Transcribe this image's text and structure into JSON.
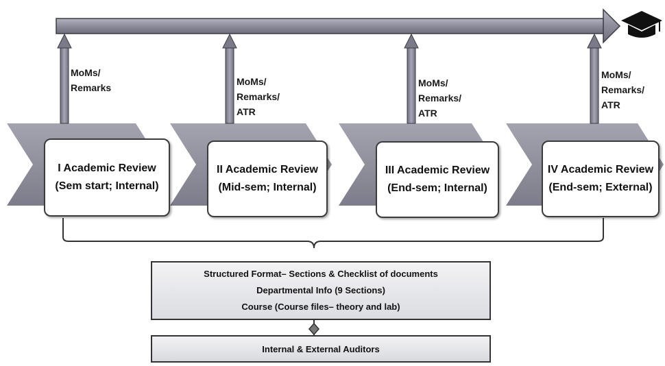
{
  "reviews": [
    {
      "title": "I Academic Review",
      "subtitle": "(Sem start; Internal)",
      "upstream": [
        "MoMs/",
        "Remarks"
      ]
    },
    {
      "title": "II Academic Review",
      "subtitle": "(Mid-sem; Internal)",
      "upstream": [
        "MoMs/",
        "Remarks/",
        "ATR"
      ]
    },
    {
      "title": "III Academic Review",
      "subtitle": "(End-sem; Internal)",
      "upstream": [
        "MoMs/",
        "Remarks/",
        "ATR"
      ]
    },
    {
      "title": "IV Academic Review",
      "subtitle": "(End-sem; External)",
      "upstream": [
        "MoMs/",
        "Remarks/",
        "ATR"
      ]
    }
  ],
  "format_box": {
    "lines": [
      "Structured Format– Sections & Checklist of documents",
      "Departmental Info (9 Sections)",
      "Course (Course files– theory and lab)"
    ]
  },
  "auditors_box": {
    "label": "Internal & External Auditors"
  },
  "icons": {
    "graduation": "graduation-cap-icon"
  },
  "colors": {
    "arrow_fill": "#8a8a98",
    "chevron_fill": "#8e8e9c",
    "box_border": "#3b3b3b"
  }
}
